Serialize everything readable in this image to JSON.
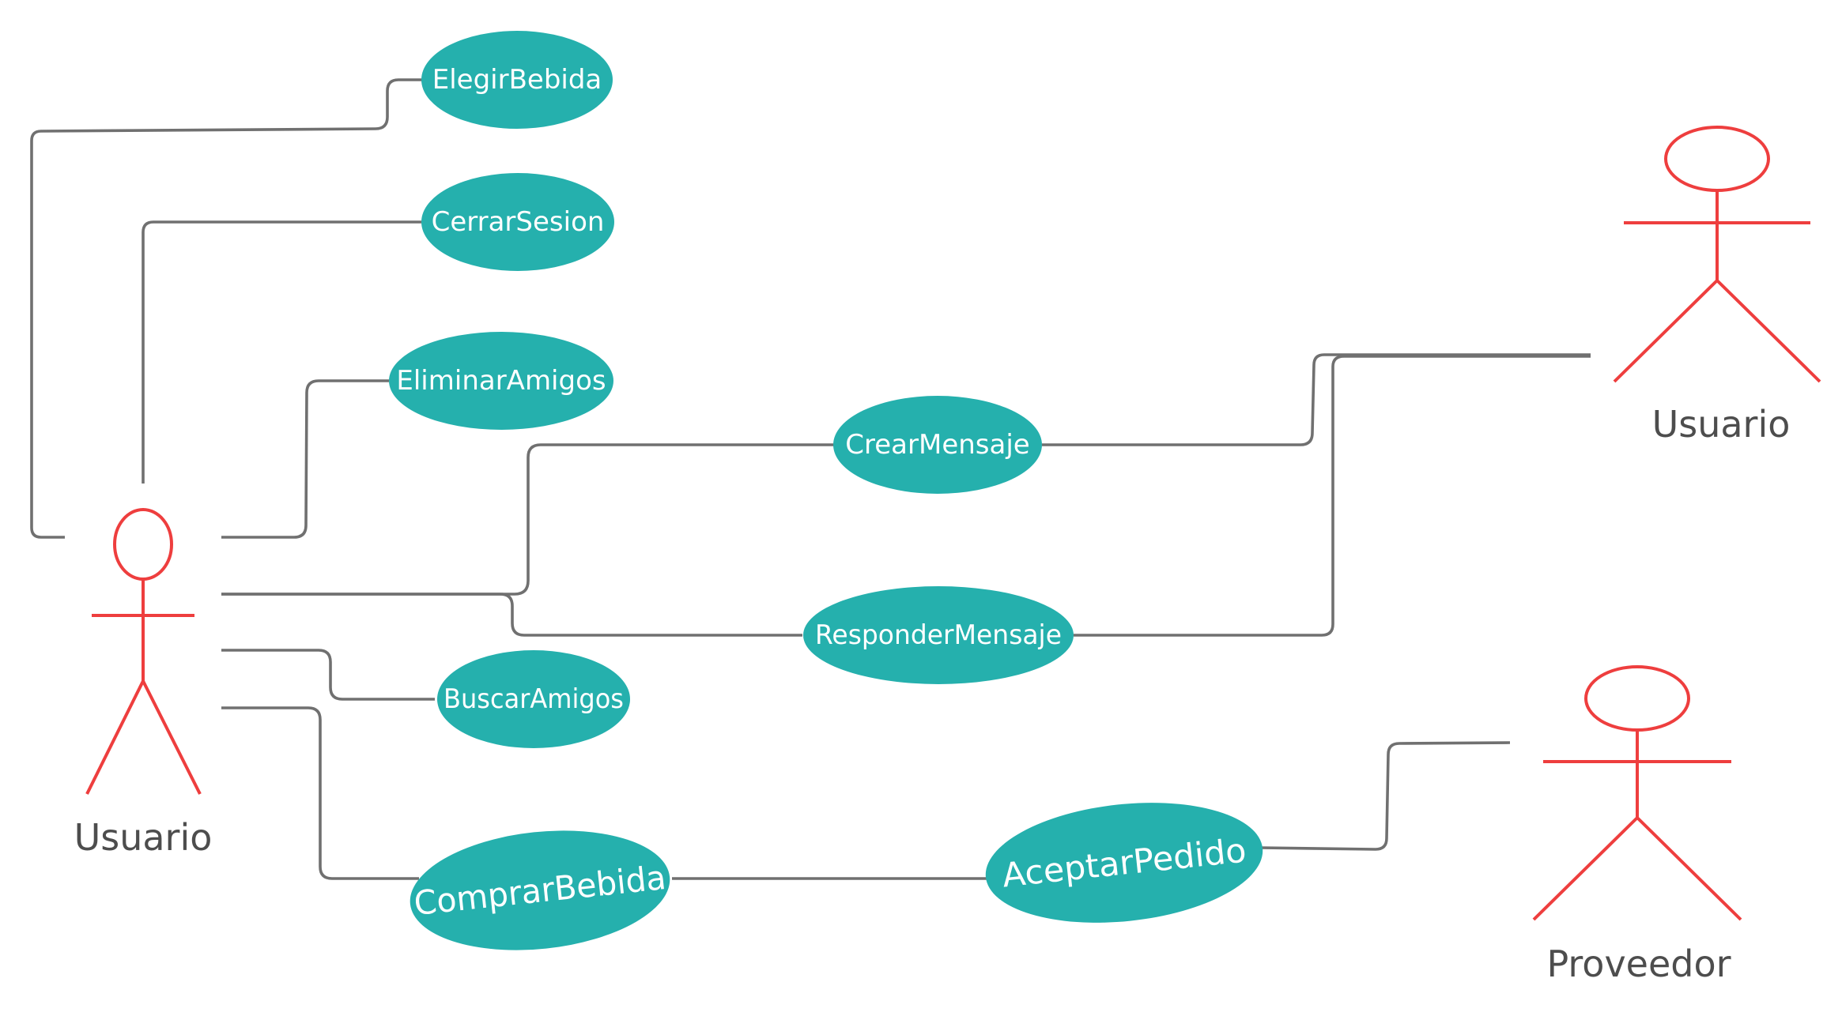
{
  "colors": {
    "usecase_fill": "#25b0ad",
    "usecase_text": "#ffffff",
    "actor_stroke": "#ee3e3e",
    "connector": "#707070",
    "actor_label": "#4d4d4d",
    "background": "#ffffff"
  },
  "actors": {
    "usuario_main": {
      "label": "Usuario"
    },
    "usuario_remote": {
      "label": "Usuario"
    },
    "proveedor": {
      "label": "Proveedor"
    }
  },
  "use_cases": {
    "elegir_bebida": {
      "label": "ElegirBebida"
    },
    "cerrar_sesion": {
      "label": "CerrarSesion"
    },
    "eliminar_amigos": {
      "label": "EliminarAmigos"
    },
    "crear_mensaje": {
      "label": "CrearMensaje"
    },
    "responder_mensaje": {
      "label": "ResponderMensaje"
    },
    "buscar_amigos": {
      "label": "BuscarAmigos"
    },
    "comprar_bebida": {
      "label": "ComprarBebida"
    },
    "aceptar_pedido": {
      "label": "AceptarPedido"
    }
  },
  "relations": [
    {
      "from": "Usuario",
      "to": "ElegirBebida"
    },
    {
      "from": "Usuario",
      "to": "CerrarSesion"
    },
    {
      "from": "Usuario",
      "to": "EliminarAmigos"
    },
    {
      "from": "Usuario",
      "to": "CrearMensaje"
    },
    {
      "from": "Usuario",
      "to": "ResponderMensaje"
    },
    {
      "from": "Usuario",
      "to": "BuscarAmigos"
    },
    {
      "from": "Usuario",
      "to": "ComprarBebida"
    },
    {
      "from": "ComprarBebida",
      "to": "AceptarPedido"
    },
    {
      "from": "CrearMensaje",
      "to": "Usuario"
    },
    {
      "from": "ResponderMensaje",
      "to": "Usuario"
    },
    {
      "from": "AceptarPedido",
      "to": "Proveedor"
    }
  ]
}
